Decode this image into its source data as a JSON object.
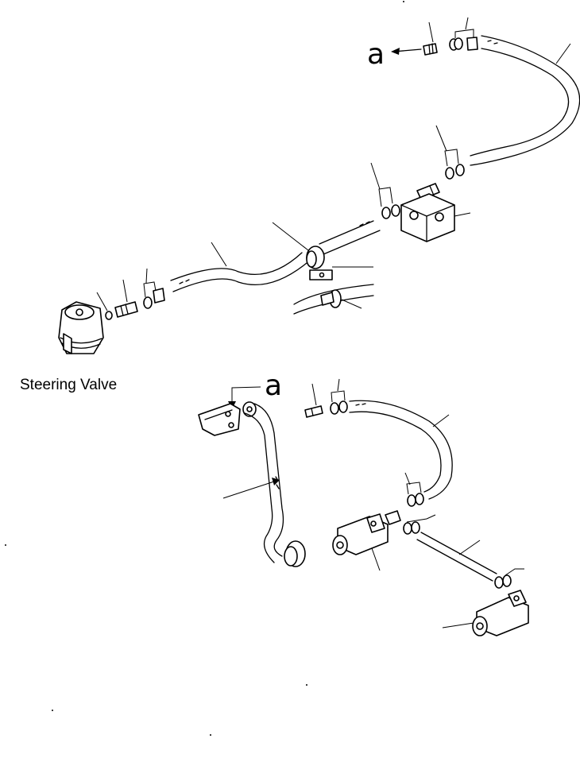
{
  "labels": {
    "steering_valve": "Steering Valve",
    "ref_a_top": "a",
    "ref_a_bottom": "a"
  }
}
